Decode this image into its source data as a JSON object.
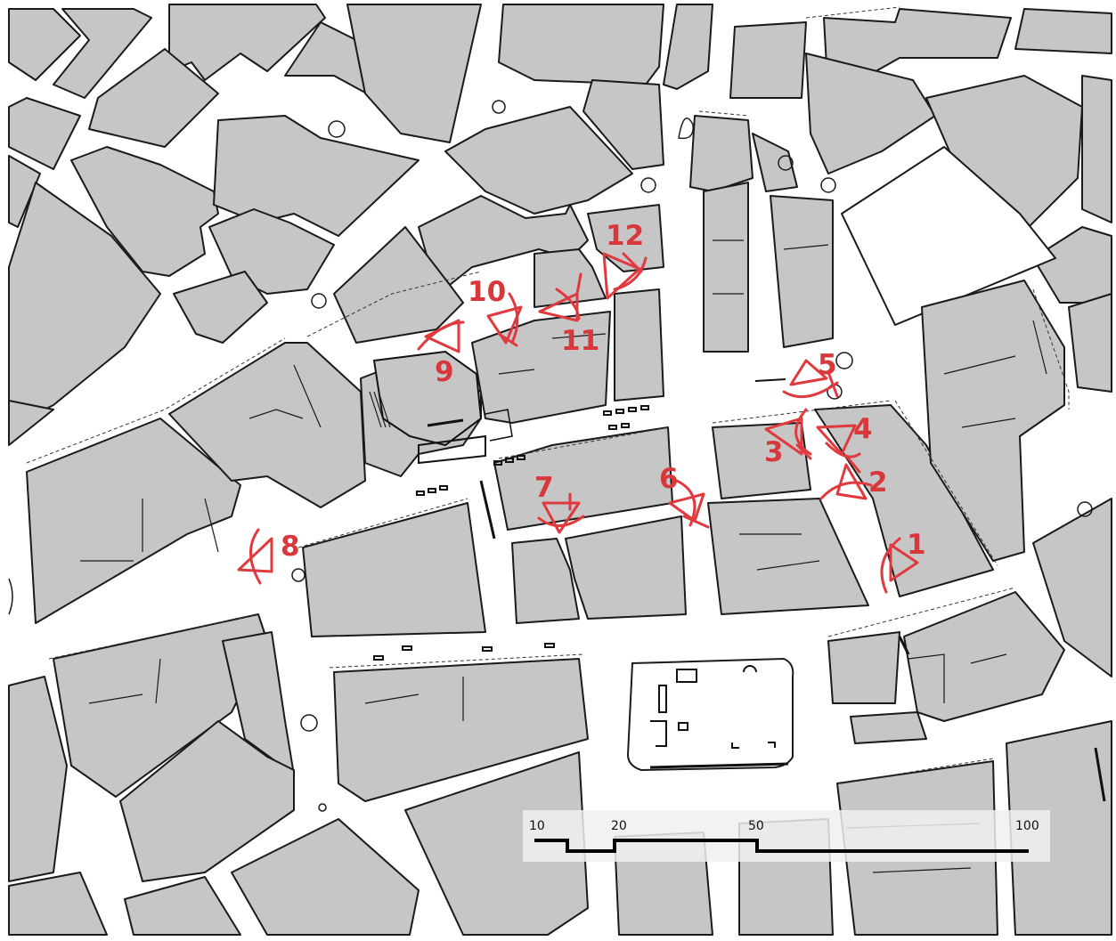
{
  "map": {
    "background_color": "#ffffff",
    "block_fill": "#c6c6c6",
    "outline_color": "#1a1a1a",
    "marker_color": "#e0393e"
  },
  "viewpoints": [
    {
      "id": "vp-1",
      "label": "1"
    },
    {
      "id": "vp-2",
      "label": "2"
    },
    {
      "id": "vp-3",
      "label": "3"
    },
    {
      "id": "vp-4",
      "label": "4"
    },
    {
      "id": "vp-5",
      "label": "5"
    },
    {
      "id": "vp-6",
      "label": "6"
    },
    {
      "id": "vp-7",
      "label": "7"
    },
    {
      "id": "vp-8",
      "label": "8"
    },
    {
      "id": "vp-9",
      "label": "9"
    },
    {
      "id": "vp-10",
      "label": "10"
    },
    {
      "id": "vp-11",
      "label": "11"
    },
    {
      "id": "vp-12",
      "label": "12"
    }
  ],
  "scale_bar": {
    "ticks": [
      "10",
      "20",
      "50",
      "100"
    ]
  }
}
